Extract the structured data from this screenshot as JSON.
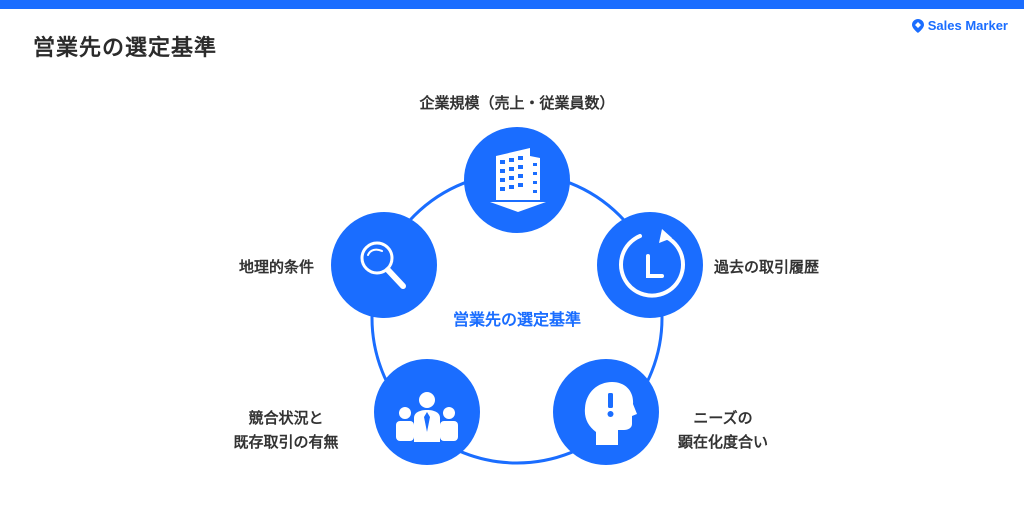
{
  "page": {
    "title": "営業先の選定基準"
  },
  "logo": {
    "text": "Sales Marker"
  },
  "colors": {
    "accent": "#1a6dff",
    "ring": "#1a6dff",
    "node_fill": "#1a6dff",
    "icon": "#ffffff",
    "label_text": "#333333"
  },
  "diagram": {
    "center_label": "営業先の選定基準",
    "nodes": [
      {
        "icon": "building-icon",
        "label_lines": [
          "企業規模（売上・従業員数）"
        ]
      },
      {
        "icon": "clock-icon",
        "label_lines": [
          "過去の取引履歴"
        ]
      },
      {
        "icon": "head-exclamation-icon",
        "label_lines": [
          "ニーズの",
          "顕在化度合い"
        ]
      },
      {
        "icon": "people-group-icon",
        "label_lines": [
          "競合状況と",
          "既存取引の有無"
        ]
      },
      {
        "icon": "magnifier-icon",
        "label_lines": [
          "地理的条件"
        ]
      }
    ]
  }
}
